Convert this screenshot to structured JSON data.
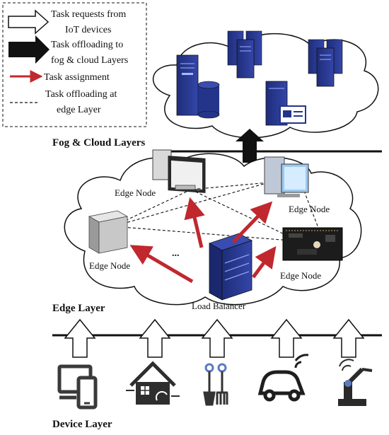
{
  "legend": {
    "items": [
      {
        "label_lines": [
          "Task requests from",
          "IoT devices"
        ],
        "icon": "hollow-arrow-icon"
      },
      {
        "label_lines": [
          "Task offloading to",
          "fog & cloud Layers"
        ],
        "icon": "solid-arrow-icon"
      },
      {
        "label_lines": [
          "Task assignment"
        ],
        "icon": "red-arrow-icon"
      },
      {
        "label_lines": [
          "Task offloading at",
          "edge Layer"
        ],
        "icon": "dashed-line-icon"
      }
    ]
  },
  "layers": {
    "fog_cloud": "Fog & Cloud Layers",
    "edge": "Edge Layer",
    "device": "Device Layer"
  },
  "edge_nodes": {
    "top_left": "Edge Node",
    "top_right": "Edge Node",
    "mid_left": "Edge Node",
    "mid_right": "Edge Node"
  },
  "load_balancer": "Load Balancer",
  "ellipsis": "...",
  "colors": {
    "server_blue": "#24348a",
    "arrow_red": "#c0282e",
    "line_black": "#111111"
  },
  "devices": [
    "tablet-phone-icon",
    "smart-home-icon",
    "agriculture-tools-icon",
    "connected-car-icon",
    "robot-arm-icon"
  ]
}
